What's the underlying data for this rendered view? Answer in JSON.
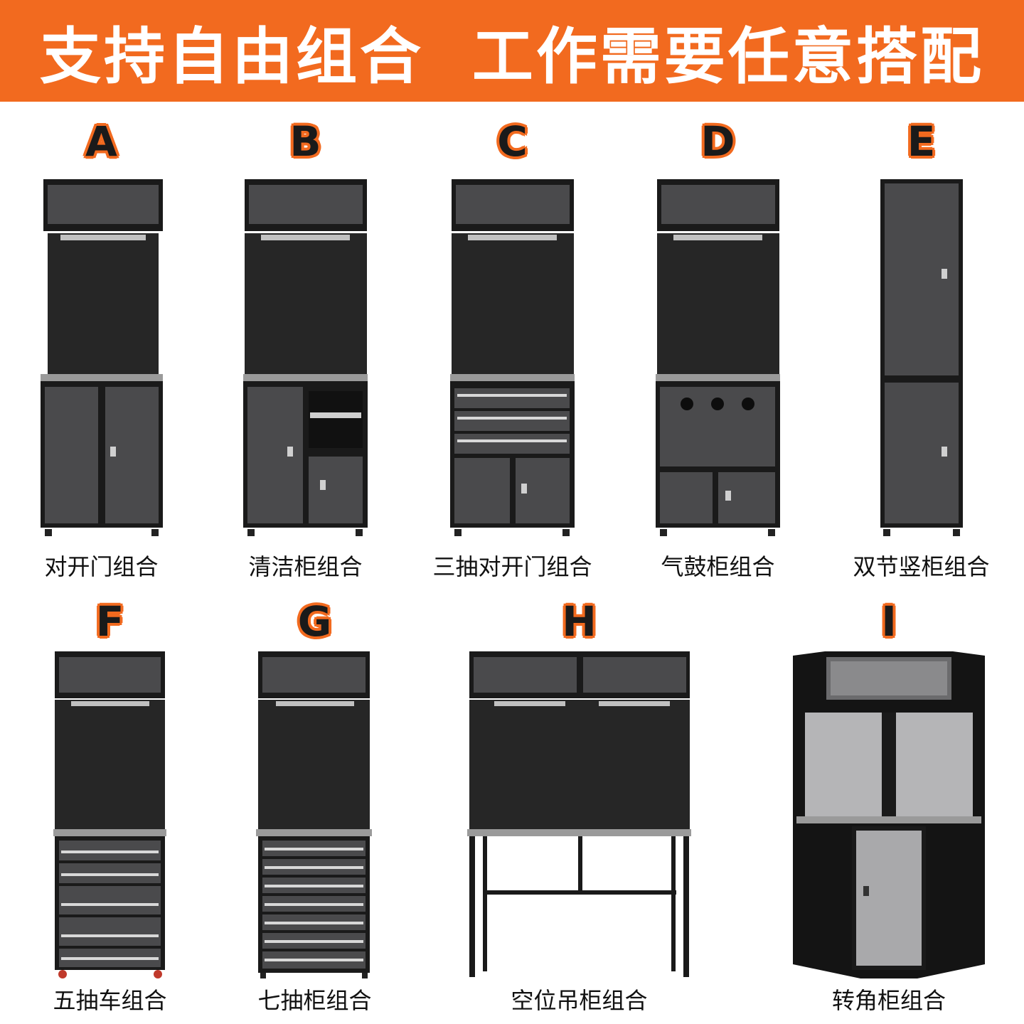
{
  "banner": {
    "title": "支持自由组合  工作需要任意搭配",
    "background": "#f26a1f"
  },
  "colors": {
    "accent": "#f26a1f",
    "cabinet_body": "#2b2b2b",
    "cabinet_panel": "#4a4a4c",
    "frame": "#1a1a1a",
    "worktop": "#9a9a9a"
  },
  "combos": [
    {
      "letter": "A",
      "name": "对开门组合"
    },
    {
      "letter": "B",
      "name": "清洁柜组合"
    },
    {
      "letter": "C",
      "name": "三抽对开门组合"
    },
    {
      "letter": "D",
      "name": "气鼓柜组合"
    },
    {
      "letter": "E",
      "name": "双节竖柜组合"
    },
    {
      "letter": "F",
      "name": "五抽车组合"
    },
    {
      "letter": "G",
      "name": "七抽柜组合"
    },
    {
      "letter": "H",
      "name": "空位吊柜组合"
    },
    {
      "letter": "I",
      "name": "转角柜组合"
    }
  ]
}
